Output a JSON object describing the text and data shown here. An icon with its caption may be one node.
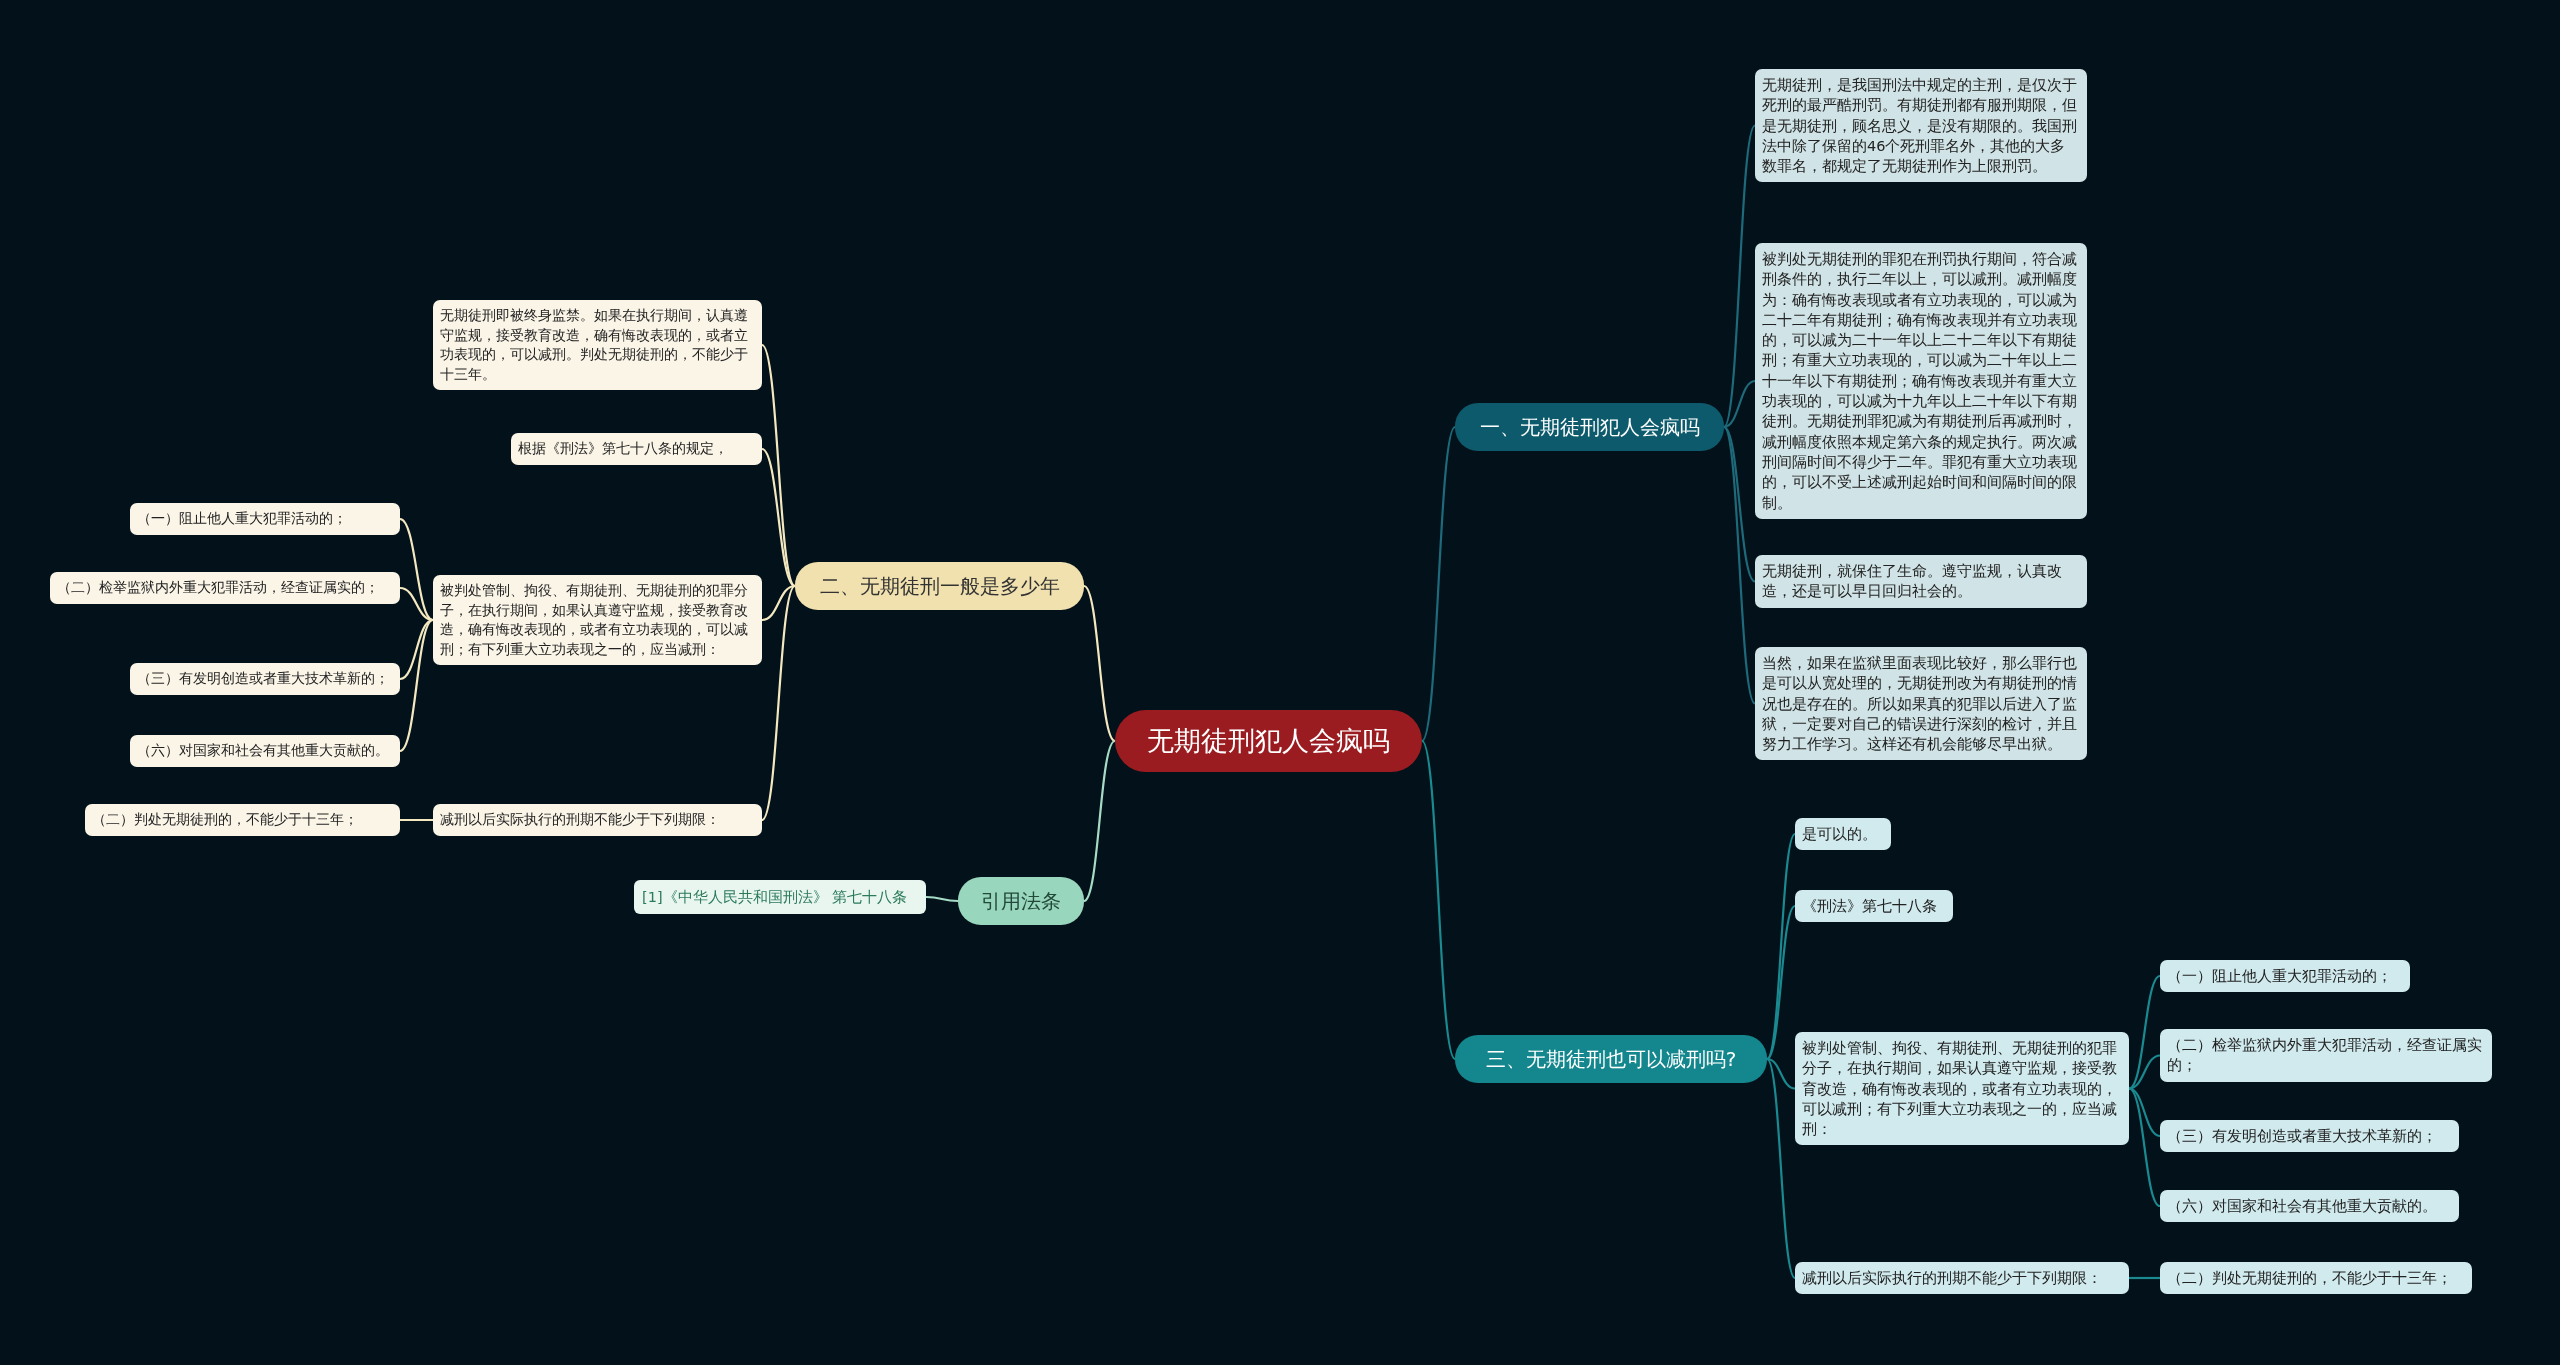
{
  "diagram": {
    "nodes": [
      {
        "text": [
          "无期徒刑犯人会疯吗"
        ]
      },
      {
        "text": [
          "一、无期徒刑犯人会疯吗"
        ]
      },
      {
        "text": [
          "无期徒刑，是我国刑法中规定的主刑，是仅次于死刑的最严酷刑罚。有期徒刑都有服刑期限，但是无期徒刑，顾名思义，是没有期限的。我国刑法中除了保留的46个死刑罪名外，其他的大多数罪名，都规定了无期徒刑作为上限刑罚。"
        ]
      },
      {
        "text": [
          "被判处无期徒刑的罪犯在刑罚执行期间，符合减刑条件的，执行二年以上，可以减刑。减刑幅度为：确有悔改表现或者有立功表现的，可以减为二十二年有期徒刑；确有悔改表现并有立功表现的，可以减为二十一年以上二十二年以下有期徒刑；有重大立功表现的，可以减为二十年以上二十一年以下有期徒刑；确有悔改表现并有重大立功表现的，可以减为十九年以上二十年以下有期徒刑。无期徒刑罪犯减为有期徒刑后再减刑时，减刑幅度依照本规定第六条的规定执行。两次减刑间隔时间不得少于二年。罪犯有重大立功表现的，可以不受上述减刑起始时间和间隔时间的限制。"
        ]
      },
      {
        "text": [
          "无期徒刑，就保住了生命。遵守监规，认真改造，还是可以早日回归社会的。"
        ]
      },
      {
        "text": [
          "当然，如果在监狱里面表现比较好，那么罪行也是可以从宽处理的，无期徒刑改为有期徒刑的情况也是存在的。所以如果真的犯罪以后进入了监狱，一定要对自己的错误进行深刻的检讨，并且努力工作学习。这样还有机会能够尽早出狱。"
        ]
      },
      {
        "text": [
          "三、无期徒刑也可以减刑吗?"
        ]
      },
      {
        "text": [
          "是可以的。"
        ]
      },
      {
        "text": [
          "《刑法》第七十八条"
        ]
      },
      {
        "text": [
          "被判处管制、拘役、有期徒刑、无期徒刑的犯罪分子，在执行期间，如果认真遵守监规，接受教育改造，确有悔改表现的，或者有立功表现的，可以减刑；有下列重大立功表现之一的，应当减刑："
        ]
      },
      {
        "text": [
          "（一）阻止他人重大犯罪活动的；"
        ]
      },
      {
        "text": [
          "（二）检举监狱内外重大犯罪活动，经查证属实的；"
        ]
      },
      {
        "text": [
          "（三）有发明创造或者重大技术革新的；"
        ]
      },
      {
        "text": [
          "（六）对国家和社会有其他重大贡献的。"
        ]
      },
      {
        "text": [
          "减刑以后实际执行的刑期不能少于下列期限："
        ]
      },
      {
        "text": [
          "（二）判处无期徒刑的，不能少于十三年；"
        ]
      },
      {
        "text": [
          "二、无期徒刑一般是多少年"
        ]
      },
      {
        "text": [
          "无期徒刑即被终身监禁。如果在执行期间，认真遵守监规，接受教育改造，确有悔改表现的，或者立功表现的，可以减刑。判处无期徒刑的，不能少于十三年。"
        ]
      },
      {
        "text": [
          "根据《刑法》第七十八条的规定，"
        ]
      },
      {
        "text": [
          "被判处管制、拘役、有期徒刑、无期徒刑的犯罪分子，在执行期间，如果认真遵守监规，接受教育改造，确有悔改表现的，或者有立功表现的，可以减刑；有下列重大立功表现之一的，应当减刑："
        ]
      },
      {
        "text": [
          "（一）阻止他人重大犯罪活动的；"
        ]
      },
      {
        "text": [
          "（二）检举监狱内外重大犯罪活动，经查证属实的；"
        ]
      },
      {
        "text": [
          "（三）有发明创造或者重大技术革新的；"
        ]
      },
      {
        "text": [
          "（六）对国家和社会有其他重大贡献的。"
        ]
      },
      {
        "text": [
          "减刑以后实际执行的刑期不能少于下列期限："
        ]
      },
      {
        "text": [
          "（二）判处无期徒刑的，不能少于十三年；"
        ]
      },
      {
        "text": [
          "引用法条"
        ]
      },
      {
        "text": [
          "[1]《中华人民共和国刑法》 第七十八条"
        ]
      }
    ],
    "edges": [
      {
        "from": 0,
        "to": 1,
        "arrow": "none",
        "color": "#1e6a7a"
      },
      {
        "from": 1,
        "to": 2,
        "arrow": "none",
        "color": "#1e6a7a"
      },
      {
        "from": 1,
        "to": 3,
        "arrow": "none",
        "color": "#1e6a7a"
      },
      {
        "from": 1,
        "to": 4,
        "arrow": "none",
        "color": "#1e6a7a"
      },
      {
        "from": 1,
        "to": 5,
        "arrow": "none",
        "color": "#1e6a7a"
      },
      {
        "from": 0,
        "to": 6,
        "arrow": "none",
        "color": "#1a8a90"
      },
      {
        "from": 6,
        "to": 7,
        "arrow": "none",
        "color": "#1a8a90"
      },
      {
        "from": 6,
        "to": 8,
        "arrow": "none",
        "color": "#1a8a90"
      },
      {
        "from": 6,
        "to": 9,
        "arrow": "none",
        "color": "#1a8a90"
      },
      {
        "from": 6,
        "to": 14,
        "arrow": "none",
        "color": "#1a8a90"
      },
      {
        "from": 9,
        "to": 10,
        "arrow": "none",
        "color": "#1a8a90"
      },
      {
        "from": 9,
        "to": 11,
        "arrow": "none",
        "color": "#1a8a90"
      },
      {
        "from": 9,
        "to": 12,
        "arrow": "none",
        "color": "#1a8a90"
      },
      {
        "from": 9,
        "to": 13,
        "arrow": "none",
        "color": "#1a8a90"
      },
      {
        "from": 14,
        "to": 15,
        "arrow": "none",
        "color": "#1a8a90"
      },
      {
        "from": 0,
        "to": 16,
        "arrow": "none",
        "color": "#f3e8c0"
      },
      {
        "from": 16,
        "to": 17,
        "arrow": "none",
        "color": "#f3e8c0"
      },
      {
        "from": 16,
        "to": 18,
        "arrow": "none",
        "color": "#f3e8c0"
      },
      {
        "from": 16,
        "to": 19,
        "arrow": "none",
        "color": "#f3e8c0"
      },
      {
        "from": 16,
        "to": 24,
        "arrow": "none",
        "color": "#f3e8c0"
      },
      {
        "from": 19,
        "to": 20,
        "arrow": "none",
        "color": "#f3e8c0"
      },
      {
        "from": 19,
        "to": 21,
        "arrow": "none",
        "color": "#f3e8c0"
      },
      {
        "from": 19,
        "to": 22,
        "arrow": "none",
        "color": "#f3e8c0"
      },
      {
        "from": 19,
        "to": 23,
        "arrow": "none",
        "color": "#f3e8c0"
      },
      {
        "from": 24,
        "to": 25,
        "arrow": "none",
        "color": "#f3e8c0"
      },
      {
        "from": 0,
        "to": 26,
        "arrow": "none",
        "color": "#a6dcc6"
      },
      {
        "from": 26,
        "to": 27,
        "arrow": "none",
        "color": "#a6dcc6"
      }
    ]
  }
}
